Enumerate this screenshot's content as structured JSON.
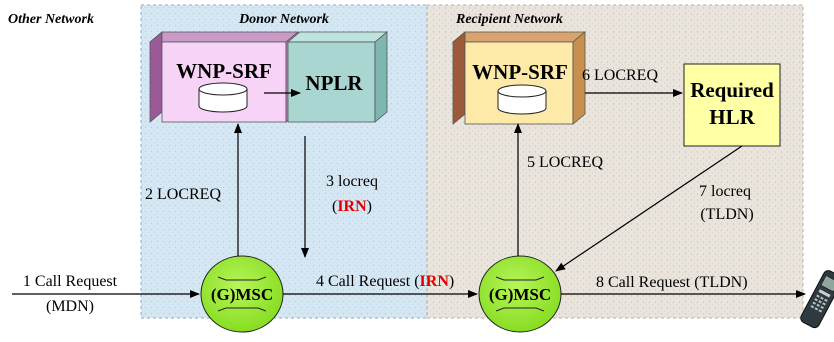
{
  "regions": {
    "other": "Other Network",
    "donor": "Donor Network",
    "recipient": "Recipient Network"
  },
  "nodes": {
    "donor_srf": "WNP-SRF",
    "nplr": "NPLR",
    "recipient_srf": "WNP-SRF",
    "hlr_line1": "Required",
    "hlr_line2": "HLR",
    "msc_donor": "(G)MSC",
    "msc_recipient": "(G)MSC"
  },
  "messages": {
    "m1_line1": "1 Call Request",
    "m1_line2": "(MDN)",
    "m2": "2 LOCREQ",
    "m3_line1": "3 locreq",
    "m3_open": "(",
    "m3_irn": "IRN",
    "m3_close": ")",
    "m4_text": "4 Call Request (",
    "m4_irn": "IRN",
    "m4_close": ")",
    "m5": "5 LOCREQ",
    "m6": "6 LOCREQ",
    "m7_line1": "7 locreq",
    "m7_line2": "(TLDN)",
    "m8": "8 Call Request (TLDN)"
  },
  "colors": {
    "donor_bg": "#d8e8f4",
    "recipient_bg": "#e8e2d8",
    "srf_front": "#f7d4f7",
    "srf_side": "#9a5a9a",
    "nplr_front": "#a9d6d0",
    "recipient_srf_front": "#fde9a8",
    "recipient_srf_side": "#9c5a3a",
    "hlr_fill": "#ffffa6",
    "msc_fill": "#99ee33",
    "irn_red": "#e00000"
  },
  "icons": {
    "handset": "mobile-phone-icon"
  }
}
